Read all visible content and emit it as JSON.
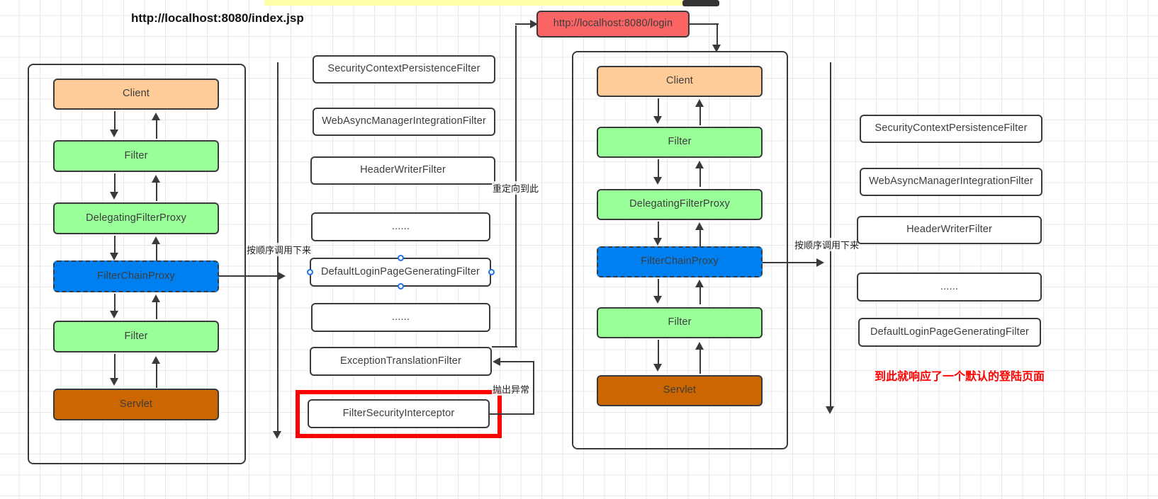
{
  "diagram": {
    "title_left": "http://localhost:8080/index.jsp",
    "login_url": "http://localhost:8080/login",
    "annotations": {
      "call_in_order_left": "按顺序调用下来",
      "call_in_order_right": "按顺序调用下来",
      "redirect_here": "重定向到此",
      "throw_exception": "抛出异常",
      "default_login_response": "到此就响应了一个默认的登陆页面"
    },
    "colors": {
      "client": "#ffcc99",
      "filter": "#99ff99",
      "filter_chain_proxy": "#0080f0",
      "servlet": "#cc6600",
      "login_url": "#fa6464",
      "highlight_frame": "#ff0000",
      "note_text": "#ff0000",
      "edge": "#3a3a3a"
    }
  },
  "left_flow": {
    "name": "index-jsp-request-flow",
    "nodes": [
      {
        "label": "Client",
        "style": "orange"
      },
      {
        "label": "Filter",
        "style": "green"
      },
      {
        "label": "DelegatingFilterProxy",
        "style": "green"
      },
      {
        "label": "FilterChainProxy",
        "style": "blue"
      },
      {
        "label": "Filter",
        "style": "green"
      },
      {
        "label": "Servlet",
        "style": "brown"
      }
    ]
  },
  "right_flow": {
    "name": "login-request-flow",
    "nodes": [
      {
        "label": "Client",
        "style": "orange"
      },
      {
        "label": "Filter",
        "style": "green"
      },
      {
        "label": "DelegatingFilterProxy",
        "style": "green"
      },
      {
        "label": "FilterChainProxy",
        "style": "blue"
      },
      {
        "label": "Filter",
        "style": "green"
      },
      {
        "label": "Servlet",
        "style": "brown"
      }
    ]
  },
  "middle_filter_chain": {
    "name": "index-jsp-filter-chain",
    "items": [
      {
        "label": "SecurityContextPersistenceFilter",
        "selected": false,
        "highlighted": false
      },
      {
        "label": "WebAsyncManagerIntegrationFilter",
        "selected": false,
        "highlighted": false
      },
      {
        "label": "HeaderWriterFilter",
        "selected": false,
        "highlighted": false
      },
      {
        "label": "......",
        "selected": false,
        "highlighted": false
      },
      {
        "label": "DefaultLoginPageGeneratingFilter",
        "selected": true,
        "highlighted": false
      },
      {
        "label": "......",
        "selected": false,
        "highlighted": false
      },
      {
        "label": "ExceptionTranslationFilter",
        "selected": false,
        "highlighted": false
      },
      {
        "label": "FilterSecurityInterceptor",
        "selected": false,
        "highlighted": true
      }
    ]
  },
  "right_filter_chain": {
    "name": "login-filter-chain",
    "items": [
      {
        "label": "SecurityContextPersistenceFilter"
      },
      {
        "label": "WebAsyncManagerIntegrationFilter"
      },
      {
        "label": "HeaderWriterFilter"
      },
      {
        "label": "......"
      },
      {
        "label": "DefaultLoginPageGeneratingFilter"
      }
    ]
  }
}
